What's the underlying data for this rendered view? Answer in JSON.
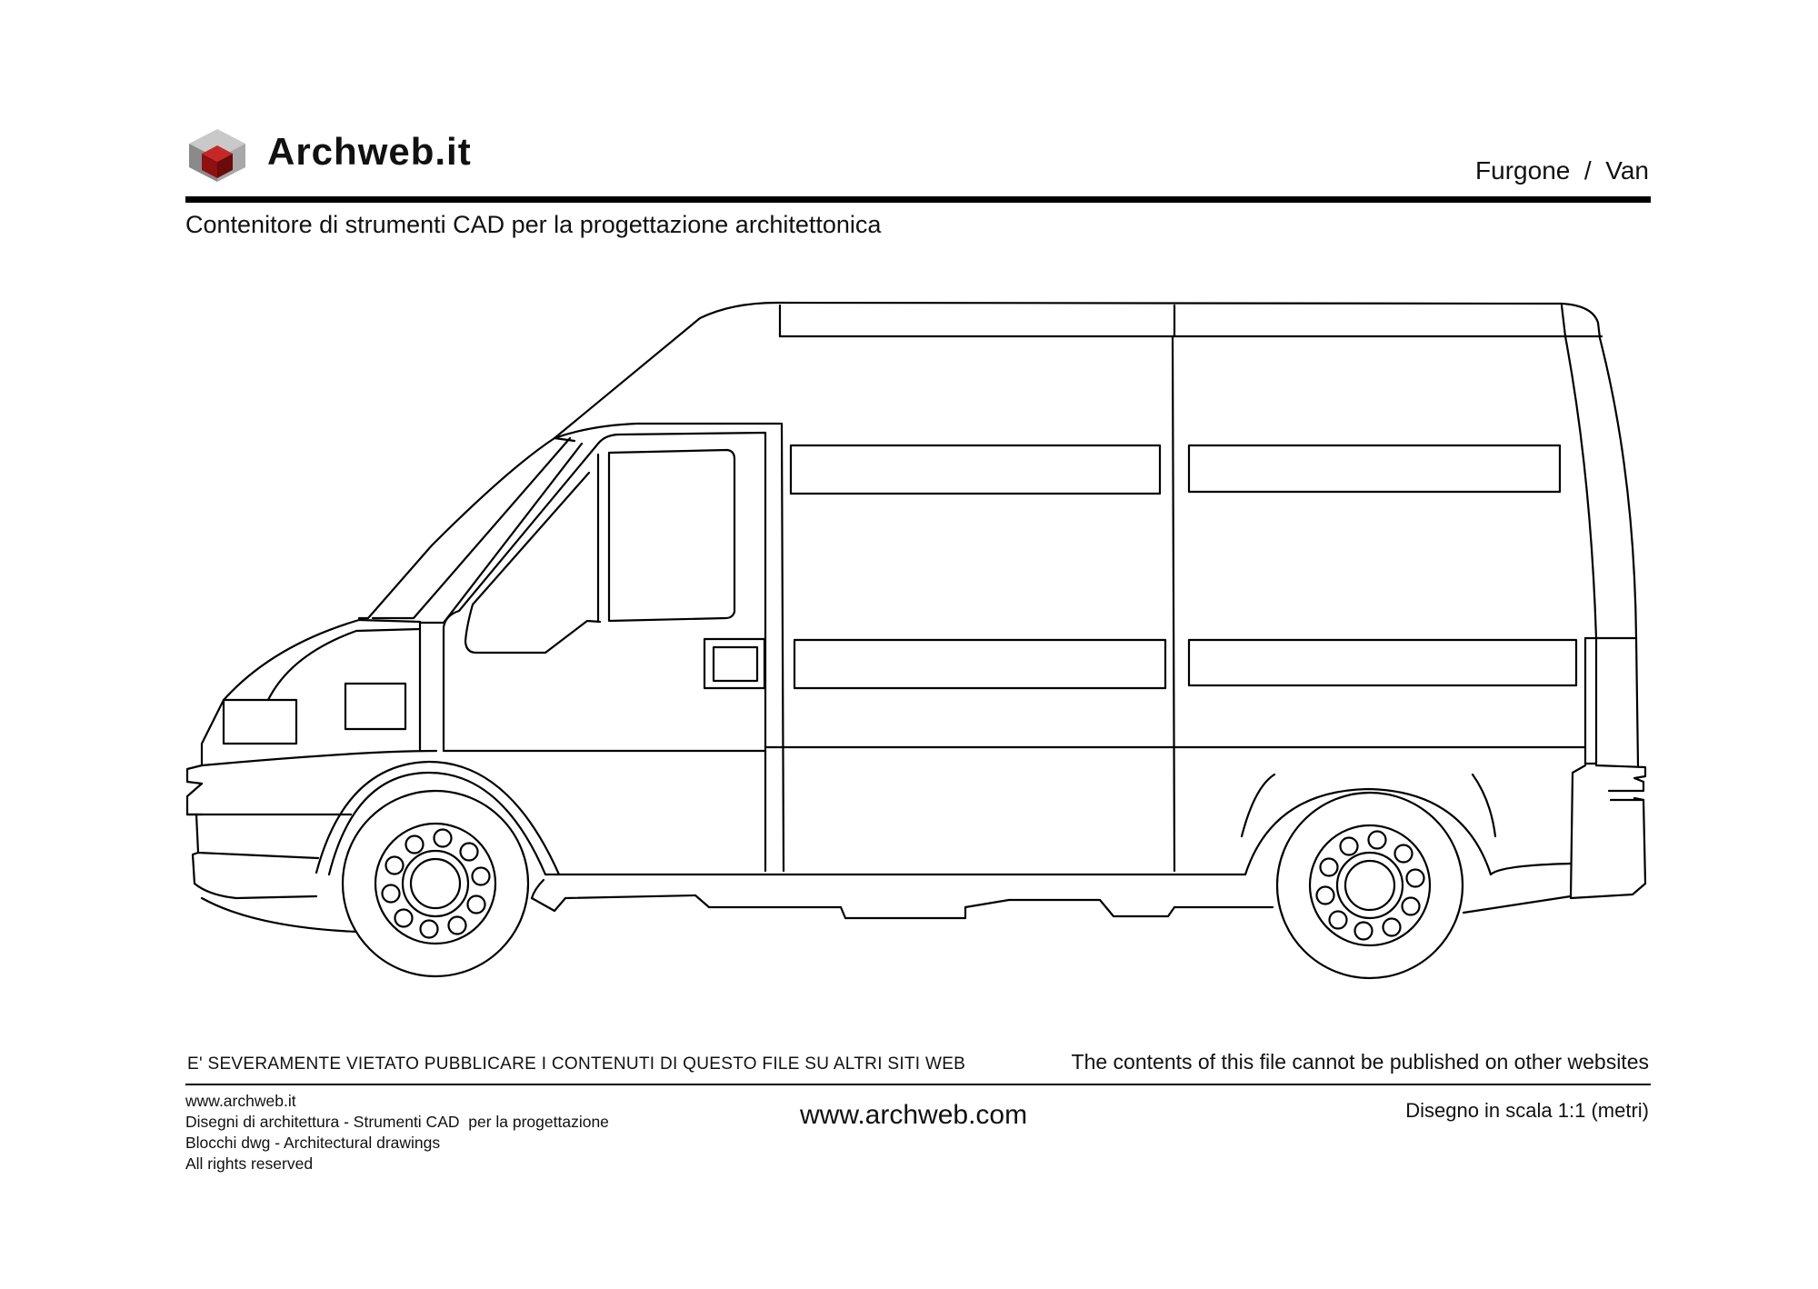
{
  "header": {
    "brand": "Archweb.it",
    "title_it": "Furgone",
    "title_sep": "/",
    "title_en": "Van",
    "subtitle": "Contenitore di strumenti CAD per la progettazione architettonica"
  },
  "drawing": {
    "subject": "van side elevation",
    "line_color": "#000000"
  },
  "footer": {
    "warning_it": "E' SEVERAMENTE VIETATO PUBBLICARE I CONTENUTI DI QUESTO FILE SU ALTRI SITI WEB",
    "warning_en": "The contents of this file cannot be published on other websites",
    "lines": [
      "www.archweb.it",
      "Disegni di architettura - Strumenti CAD  per la progettazione",
      "Blocchi dwg - Architectural drawings",
      "All rights reserved"
    ],
    "website": "www.archweb.com",
    "scale_note": "Disegno in scala 1:1 (metri)"
  },
  "colors": {
    "logo_red": "#9b1a1a",
    "logo_grey_light": "#b5b5b5",
    "logo_grey_dark": "#6f6f6f"
  }
}
